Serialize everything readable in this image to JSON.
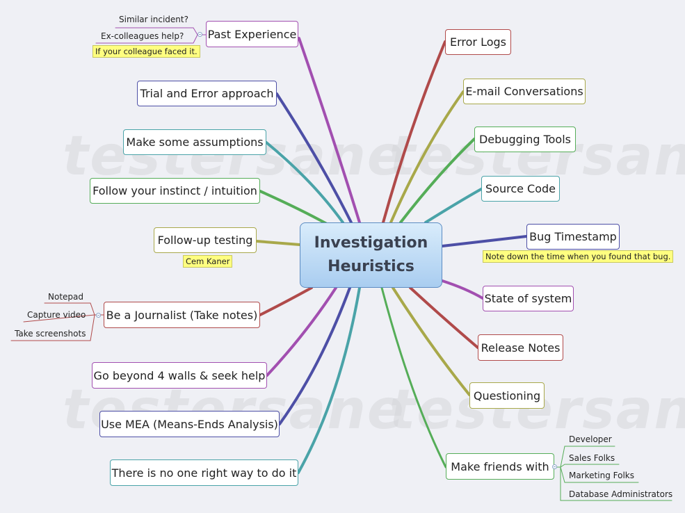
{
  "center": {
    "line1": "Investigation",
    "line2": "Heuristics"
  },
  "watermark": "testersane",
  "left_branches": {
    "past_experience": "Past Experience",
    "past_experience_children": [
      "Similar incident?",
      "Ex-colleagues help?"
    ],
    "past_experience_note": "If your colleague faced it.",
    "trial_error": "Trial and Error approach",
    "assumptions": "Make some assumptions",
    "instinct": "Follow your instinct / intuition",
    "followup": "Follow-up testing",
    "followup_note": "Cem Kaner",
    "journalist": "Be a Journalist (Take notes)",
    "journalist_children": [
      "Notepad",
      "Capture video",
      "Take screenshots"
    ],
    "beyond_walls": "Go beyond 4 walls & seek help",
    "mea": "Use MEA (Means-Ends Analysis)",
    "no_one_way": "There is no one right way to do it"
  },
  "right_branches": {
    "error_logs": "Error Logs",
    "email": "E-mail Conversations",
    "debugging": "Debugging Tools",
    "source_code": "Source Code",
    "bug_timestamp": "Bug Timestamp",
    "bug_timestamp_note": "Note down the time when you found that bug.",
    "state_of_system": "State of system",
    "release_notes": "Release Notes",
    "questioning": "Questioning",
    "make_friends": "Make friends with",
    "make_friends_children": [
      "Developer",
      "Sales Folks",
      "Marketing Folks",
      "Database Administrators"
    ]
  },
  "colors": {
    "purple": "#a24fb0",
    "indigo": "#4d4fa6",
    "teal": "#4aa3a8",
    "green": "#55ad58",
    "olive": "#a8a84a",
    "red": "#b04a4a",
    "node_border_default": "#888888",
    "center_fill_top": "#d9ecfb",
    "center_fill_bottom": "#a9cdf0"
  }
}
